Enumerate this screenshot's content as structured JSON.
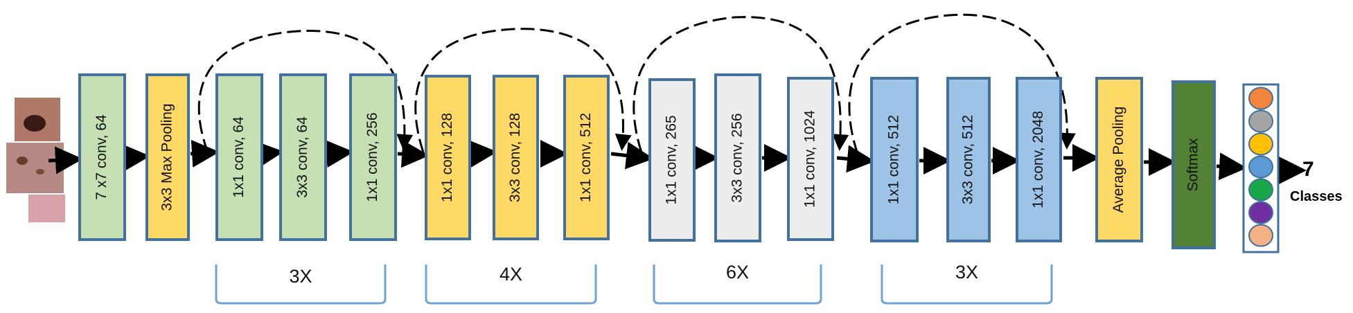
{
  "colors": {
    "green_fill": "#c6e0b4",
    "yellow_fill": "#ffd966",
    "gray_fill": "#ededed",
    "blue_fill": "#9dc3e6",
    "dark_green_fill": "#548235",
    "block_border": "#41719c",
    "bracket": "#6fa3d6",
    "arrow": "#000000"
  },
  "input_images": [
    {
      "name": "skin-lesion-1",
      "tone": "#b07868"
    },
    {
      "name": "skin-lesion-2",
      "tone": "#b68a84"
    },
    {
      "name": "skin-lesion-3",
      "tone": "#d8a0a8"
    }
  ],
  "blocks": [
    {
      "id": "conv7",
      "label": "7 x7 conv, 64",
      "fill": "green"
    },
    {
      "id": "maxpool",
      "label": "3x3 Max Pooling",
      "fill": "yellow"
    },
    {
      "id": "s1c1",
      "label": "1x1 conv, 64",
      "fill": "green"
    },
    {
      "id": "s1c2",
      "label": "3x3 conv, 64",
      "fill": "green"
    },
    {
      "id": "s1c3",
      "label": "1x1 conv, 256",
      "fill": "green"
    },
    {
      "id": "s2c1",
      "label": "1x1 conv, 128",
      "fill": "yellow"
    },
    {
      "id": "s2c2",
      "label": "3x3 conv, 128",
      "fill": "yellow"
    },
    {
      "id": "s2c3",
      "label": "1x1 conv, 512",
      "fill": "yellow"
    },
    {
      "id": "s3c1",
      "label": "1x1 conv, 265",
      "fill": "gray"
    },
    {
      "id": "s3c2",
      "label": "3x3 conv, 256",
      "fill": "gray"
    },
    {
      "id": "s3c3",
      "label": "1x1 conv, 1024",
      "fill": "gray"
    },
    {
      "id": "s4c1",
      "label": "1x1 conv, 512",
      "fill": "blue"
    },
    {
      "id": "s4c2",
      "label": "3x3  conv, 512",
      "fill": "blue"
    },
    {
      "id": "s4c3",
      "label": "1x1 conv, 2048",
      "fill": "blue"
    },
    {
      "id": "avgpool",
      "label": "Average Pooling",
      "fill": "yellow"
    },
    {
      "id": "softmax",
      "label": "Softmax",
      "fill": "dark_green"
    }
  ],
  "groups": [
    {
      "id": "stage1",
      "label": "3X"
    },
    {
      "id": "stage2",
      "label": "4X"
    },
    {
      "id": "stage3",
      "label": "6X"
    },
    {
      "id": "stage4",
      "label": "3X"
    }
  ],
  "output_classes": [
    "#f4843c",
    "#a5a5a5",
    "#ffc000",
    "#5b9bd5",
    "#18a84a",
    "#7030a0",
    "#f4b183"
  ],
  "output": {
    "count": "7",
    "label": "Classes"
  }
}
